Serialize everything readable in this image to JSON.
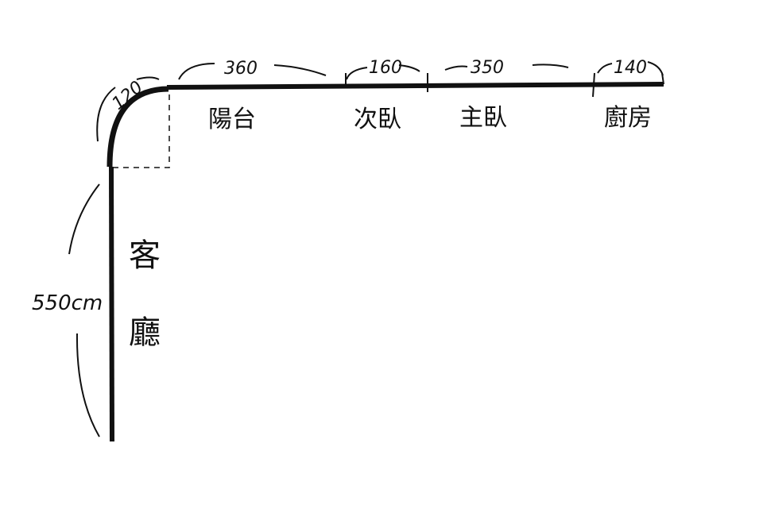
{
  "dimensions": {
    "corner": "120",
    "balcony": "360",
    "second_bedroom": "160",
    "master_bedroom": "350",
    "kitchen": "140",
    "living_room": "550cm"
  },
  "rooms": {
    "balcony": "陽台",
    "second_bedroom": "次臥",
    "master_bedroom": "主臥",
    "kitchen": "廚房",
    "living_room_1": "客",
    "living_room_2": "廳"
  },
  "colors": {
    "ink": "#111111"
  }
}
